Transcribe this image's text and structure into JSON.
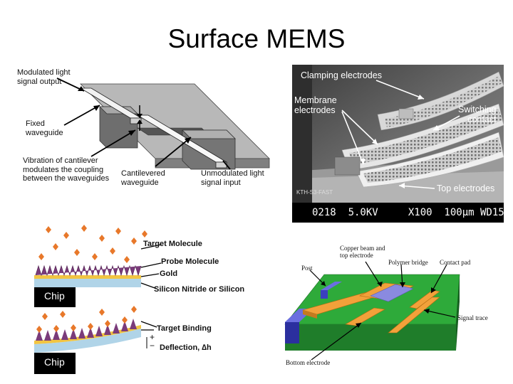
{
  "slide": {
    "title": "Surface MEMS"
  },
  "waveguide": {
    "labels": {
      "output": "Modulated light\nsignal output",
      "fixed": "Fixed\nwaveguide",
      "vibration": "Vibration of cantilever\nmodulates the coupling\nbetween the waveguides",
      "cantilevered": "Cantilevered\nwaveguide",
      "input": "Unmodulated light\nsignal input"
    }
  },
  "sem": {
    "labels": {
      "clamping": "Clamping electrodes",
      "membrane": "Membrane\nelectrodes",
      "switching": "Switching\ncontact",
      "top": "Top electrodes",
      "watermark": "KTH-S3-FAST"
    },
    "footer": "0218  5.0KV     X100  100µm WD15"
  },
  "biosensor": {
    "labels": {
      "target_molecule": "Target Molecule",
      "probe_molecule": "Probe Molecule",
      "gold": "Gold",
      "silicon": "Silicon Nitride or Silicon",
      "chip_top": "Chip",
      "target_binding": "Target Binding",
      "deflection": "Deflection, ∆h",
      "plus": "+",
      "minus": "−",
      "chip_bottom": "Chip"
    }
  },
  "switch3d": {
    "labels": {
      "copper": "Copper beam and\ntop electrode",
      "post": "Post",
      "polymer": "Polymer bridge",
      "contact": "Contact pad",
      "signal": "Signal trace",
      "bottom": "Bottom electrode"
    }
  }
}
